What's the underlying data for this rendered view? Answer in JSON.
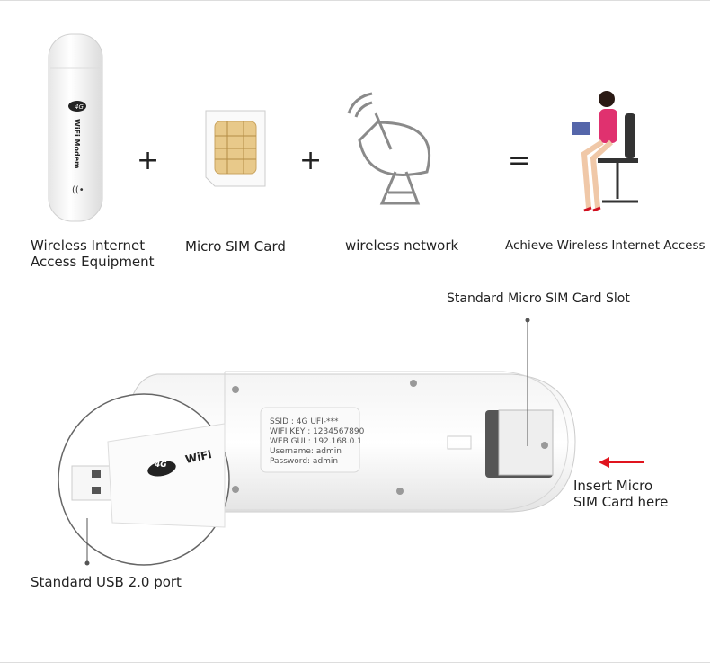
{
  "steps": [
    {
      "label_line1": "Wireless Internet",
      "label_line2": "Access Equipment"
    },
    {
      "label_line1": "Micro SIM Card"
    },
    {
      "label_line1": "wireless network"
    },
    {
      "label_line1": "Achieve Wireless Internet Access"
    }
  ],
  "operators": {
    "plus": "+",
    "equals": "="
  },
  "modem_logo": {
    "badge": "4G",
    "text": "WiFi Modem"
  },
  "sticker": {
    "ssid": "SSID : 4G UFI-***",
    "wifi_key": "WIFI KEY : 1234567890",
    "web_gui": "WEB GUI : 192.168.0.1",
    "username": "Username: admin",
    "password": "Password: admin"
  },
  "callouts": {
    "sim_slot": "Standard Micro SIM Card  Slot",
    "insert_line1": "Insert Micro",
    "insert_line2": "SIM Card here",
    "usb_port": "Standard USB 2.0 port"
  },
  "zoom_logo": {
    "badge": "4G",
    "text": "WiFi"
  },
  "colors": {
    "arrow": "#e0141e",
    "callout_line": "#555555",
    "sim_gold": "#e8c98a"
  }
}
